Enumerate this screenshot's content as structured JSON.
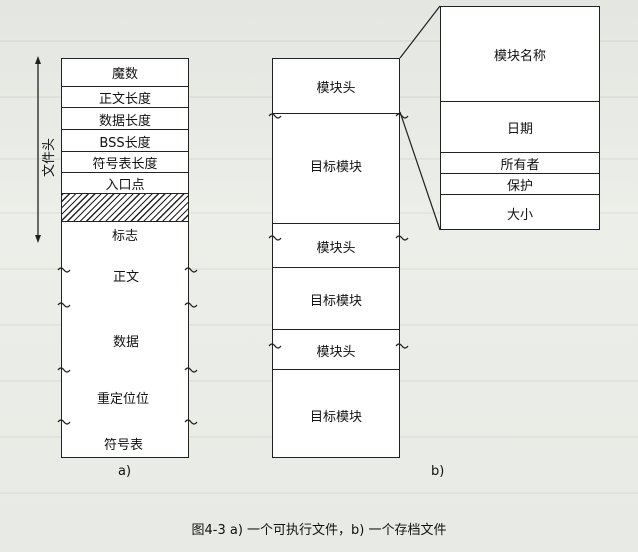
{
  "figure_a": {
    "header_label": "文件头",
    "rows": [
      "魔数",
      "正文长度",
      "数据长度",
      "BSS长度",
      "符号表长度",
      "入口点",
      "",
      "标志",
      "正文",
      "数据",
      "重定位位",
      "符号表"
    ],
    "sublabel": "a)"
  },
  "figure_b": {
    "rows": [
      "模块头",
      "目标模块",
      "模块头",
      "目标模块",
      "模块头",
      "目标模块"
    ],
    "sublabel": "b)"
  },
  "module_header": {
    "rows": [
      "模块名称",
      "日期",
      "所有者",
      "保护",
      "大小"
    ]
  },
  "caption": "图4-3  a) 一个可执行文件，b) 一个存档文件"
}
